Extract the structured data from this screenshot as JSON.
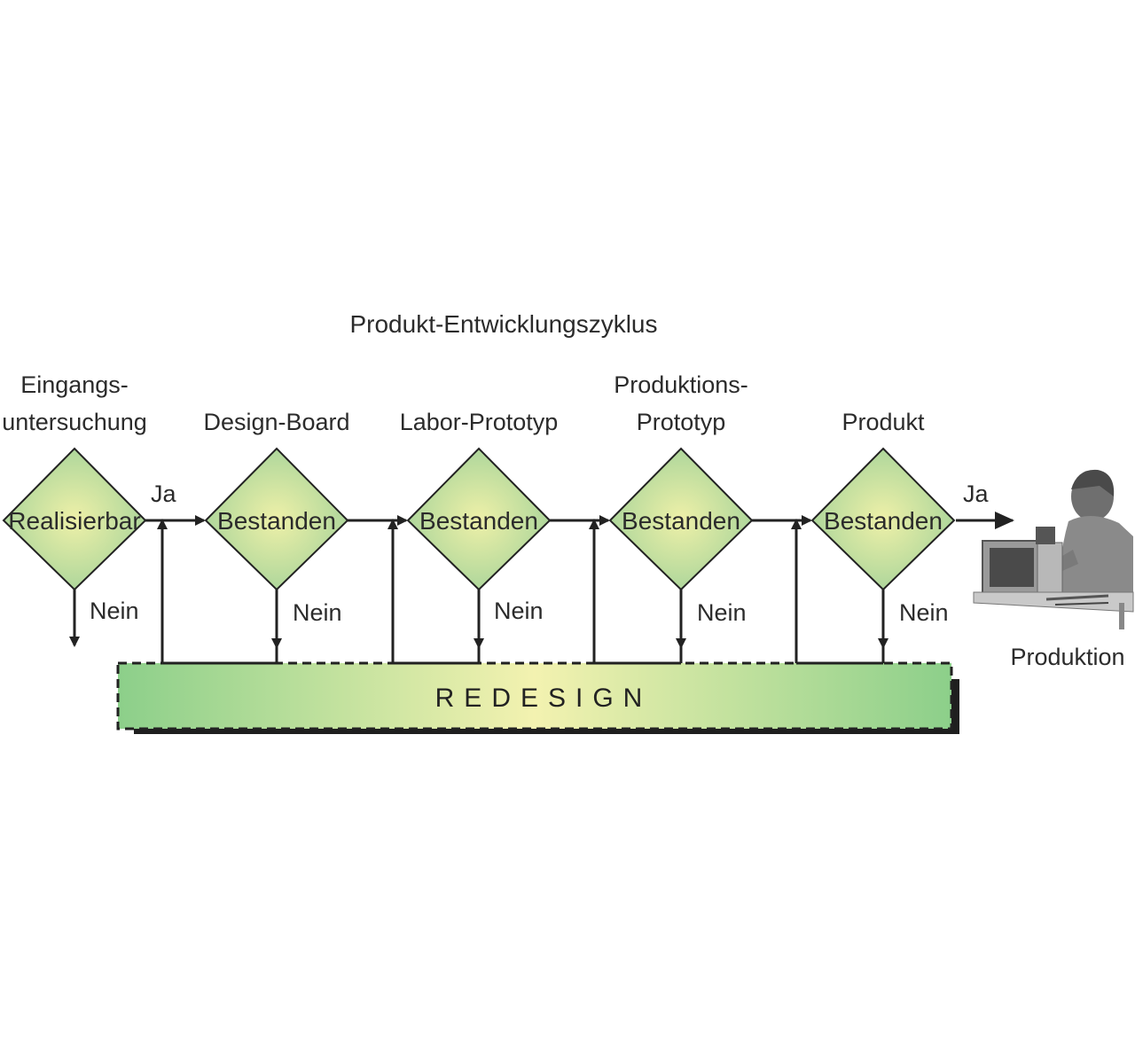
{
  "title": "Produkt-Entwicklungszyklus",
  "stages": [
    {
      "header_lines": [
        "Eingangs-",
        "untersuchung"
      ],
      "decision": "Realisierbar",
      "no_label": "Nein",
      "yes_label": "Ja"
    },
    {
      "header_lines": [
        "Design-Board"
      ],
      "decision": "Bestanden",
      "no_label": "Nein"
    },
    {
      "header_lines": [
        "Labor-Prototyp"
      ],
      "decision": "Bestanden",
      "no_label": "Nein"
    },
    {
      "header_lines": [
        "Produktions-",
        "Prototyp"
      ],
      "decision": "Bestanden",
      "no_label": "Nein"
    },
    {
      "header_lines": [
        "Produkt"
      ],
      "decision": "Bestanden",
      "no_label": "Nein",
      "yes_label": "Ja"
    }
  ],
  "redesign_label": "REDESIGN",
  "production_label": "Produktion",
  "colors": {
    "diamond_edge": "#a8d49a",
    "diamond_center": "#eef0a8",
    "bar_edge": "#8ccf8a",
    "bar_center": "#f3f2b0",
    "line": "#222222"
  }
}
